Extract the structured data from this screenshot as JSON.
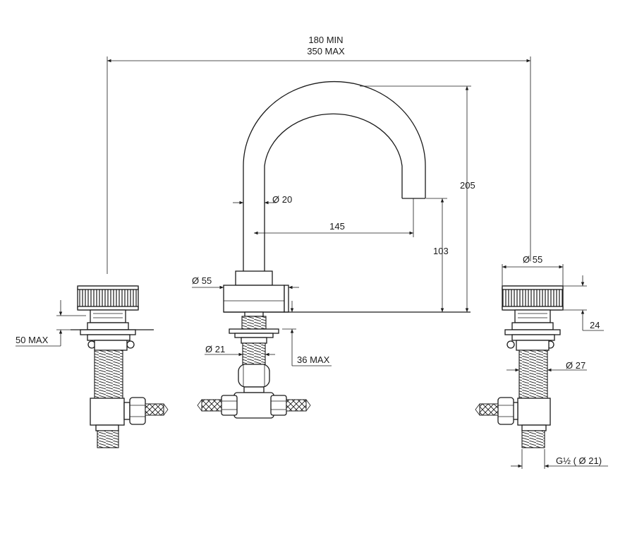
{
  "labels": {
    "overall_min": "180 MIN",
    "overall_max": "350 MAX",
    "spout_diameter": "Ø 20",
    "spout_reach": "145",
    "spout_height_outlet": "103",
    "spout_height_total": "205",
    "base_diameter": "Ø 55",
    "deck_thickness_max_left": "50 MAX",
    "deck_thickness_max_center": "36 MAX",
    "shank_diameter_center": "Ø 21",
    "handle_diameter": "Ø 55",
    "handle_height": "24",
    "shank_diameter_right": "Ø 27",
    "connection_thread": "G½ ( Ø 21)"
  },
  "colors": {
    "line": "#1a1a1a",
    "background": "#ffffff"
  }
}
